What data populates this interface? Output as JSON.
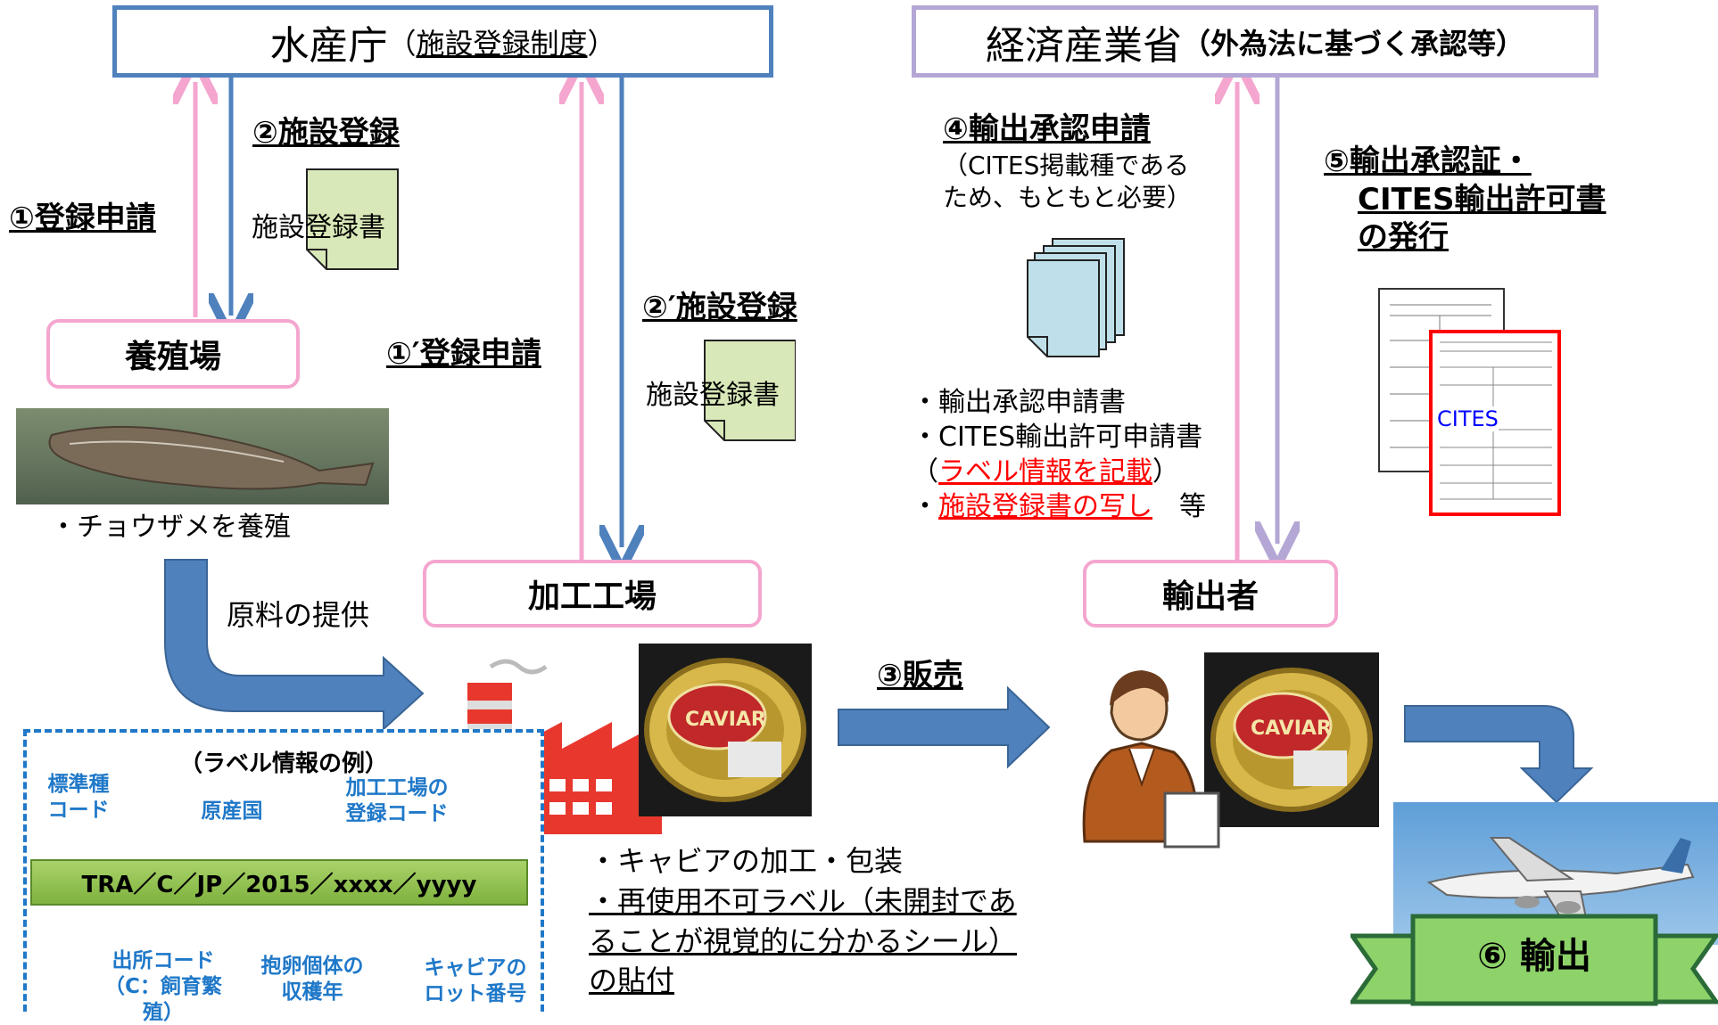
{
  "agencies": {
    "fisheries": {
      "name": "水産庁",
      "sub_open": "（",
      "sub": "施設登録制度",
      "sub_close": "）"
    },
    "meti": {
      "name": "経済産業省",
      "sub": "（外為法に基づく承認等）"
    }
  },
  "steps": {
    "s1": "①登録申請",
    "s2": "②施設登録",
    "s1p": "①′登録申請",
    "s2p": "②′施設登録",
    "s3": "③販売",
    "s4": "④輸出承認申請",
    "s4_note1": "（CITES掲載種である",
    "s4_note2": "ため、もともと必要）",
    "s5_line1": "⑤輸出承認証・",
    "s5_line2": "CITES輸出許可書",
    "s5_line3": "の発行",
    "s6": "⑥ 輸出"
  },
  "docs": {
    "cert_prefix": "施設",
    "cert_suffix": "登録書",
    "cites_label": "CITES"
  },
  "entities": {
    "farm": "養殖場",
    "factory": "加工工場",
    "exporter": "輸出者"
  },
  "texts": {
    "farm_note": "・チョウザメを養殖",
    "supply": "原料の提供",
    "export_docs_1": "・輸出承認申請書",
    "export_docs_2": "・CITES輸出許可申請書",
    "export_docs_3_open": "（",
    "export_docs_3_red": "ラベル情報を記載",
    "export_docs_3_close": "）",
    "export_docs_4_prefix": "・",
    "export_docs_4_red": "施設登録書の写し",
    "export_docs_4_suffix": "　等",
    "factory_note_1": "・キャビアの加工・包装",
    "factory_note_2": "・再使用不可ラベル（未開封であ",
    "factory_note_3": "ることが視覚的に分かるシール）",
    "factory_note_4": "の貼付"
  },
  "label_example": {
    "title": "（ラベル情報の例）",
    "code": "TRA／C／JP／2015／xxxx／yyyy",
    "top_species_1": "標準種",
    "top_species_2": "コード",
    "top_origin": "原産国",
    "top_factory_1": "加工工場の",
    "top_factory_2": "登録コード",
    "bottom_source_1": "出所コード",
    "bottom_source_2": "（C：飼育繁殖）",
    "bottom_harvest_1": "抱卵個体の",
    "bottom_harvest_2": "収穫年",
    "bottom_lot_1": "キャビアの",
    "bottom_lot_2": "ロット番号"
  },
  "colors": {
    "blue": "#4F81BD",
    "pink": "#F4A6CF",
    "purple": "#B4A7D6",
    "green_doc": "#D8E8B8",
    "blue_doc": "#BFE0EA",
    "label_blue": "#1F78C8",
    "red": "#FF0000"
  },
  "icons": [
    "sturgeon-photo",
    "factory-icon",
    "caviar-tin-photo",
    "businessman-icon",
    "airplane-photo",
    "document-stack-icon",
    "certificate-doc-icon"
  ]
}
